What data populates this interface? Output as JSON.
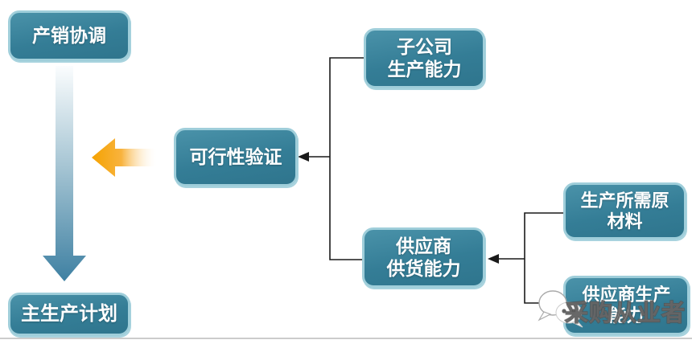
{
  "diagram": {
    "title_hint": "production planning flowchart",
    "nodes": {
      "production_sales": {
        "label": "产销协调"
      },
      "master_plan": {
        "label": "主生产计划"
      },
      "feasibility": {
        "label": "可行性验证"
      },
      "subsidiary_capacity": {
        "label": "子公司\n生产能力"
      },
      "supplier_supply": {
        "label": "供应商\n供货能力"
      },
      "raw_materials": {
        "label": "生产所需原\n材料"
      },
      "supplier_production": {
        "label": "供应商生产\n能力"
      }
    },
    "colors": {
      "node_fill": "#347D96",
      "node_border": "#9FCEDA",
      "node_text": "#FFFFFF",
      "connector_line": "#1A1A1A",
      "down_arrow_top": "#FBFDFE",
      "down_arrow_bottom": "#3E80A2",
      "orange_arrow": "#F5A200",
      "divider": "#CCCCCC"
    },
    "icons": {
      "wechat": "wechat-icon"
    },
    "watermark": {
      "text": "采购从业者"
    }
  }
}
